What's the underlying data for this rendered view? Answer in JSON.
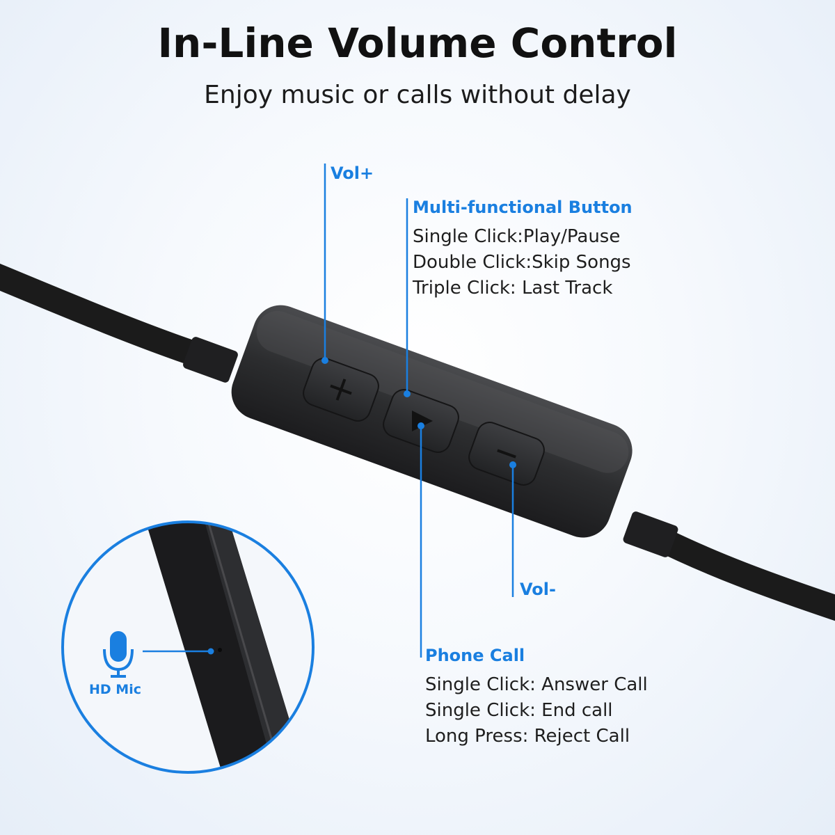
{
  "header": {
    "title": "In-Line Volume Control",
    "subtitle": "Enjoy music or calls without delay"
  },
  "callouts": {
    "vol_up": {
      "label": "Vol+"
    },
    "multi_button": {
      "label": "Multi-functional Button",
      "lines": [
        "Single Click:Play/Pause",
        "Double Click:Skip Songs",
        "Triple Click: Last Track"
      ]
    },
    "vol_down": {
      "label": "Vol-"
    },
    "phone_call": {
      "label": "Phone Call",
      "lines": [
        "Single Click: Answer Call",
        "Single Click: End call",
        "Long Press: Reject Call"
      ]
    },
    "mic": {
      "label": "HD Mic"
    }
  },
  "colors": {
    "accent": "#1a7fe0",
    "cable": "#1b1b1b",
    "remote_body": "#2e2f31"
  },
  "icons": {
    "mic": "microphone-icon",
    "plus_button": "plus-icon",
    "play_button": "play-icon",
    "minus_button": "minus-icon"
  }
}
